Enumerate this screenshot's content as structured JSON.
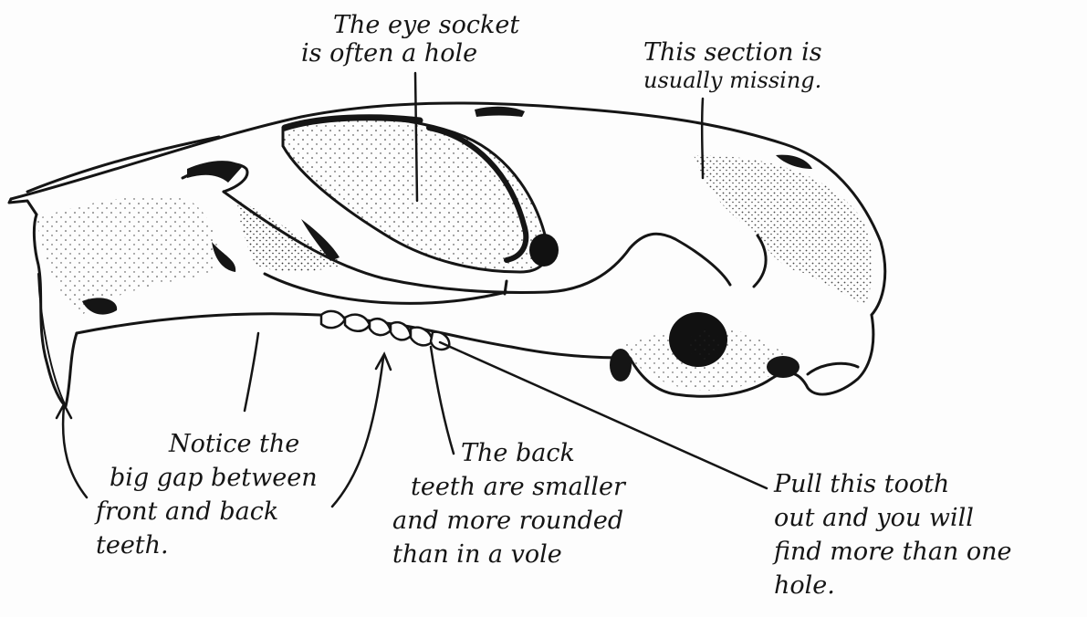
{
  "annotations": {
    "eye_socket": [
      "The eye socket",
      "is often a hole"
    ],
    "missing_section": [
      "This section is",
      "usually missing."
    ],
    "gap": [
      "Notice the",
      "big gap between",
      "front and back",
      "teeth."
    ],
    "back_teeth": [
      "The back",
      "teeth are smaller",
      "and more rounded",
      "than in a vole"
    ],
    "pull_tooth": [
      "Pull this tooth",
      "out and you will",
      "find more than one",
      "hole."
    ]
  },
  "colors": {
    "ink": "#151515",
    "paper": "#fdfdfd"
  }
}
